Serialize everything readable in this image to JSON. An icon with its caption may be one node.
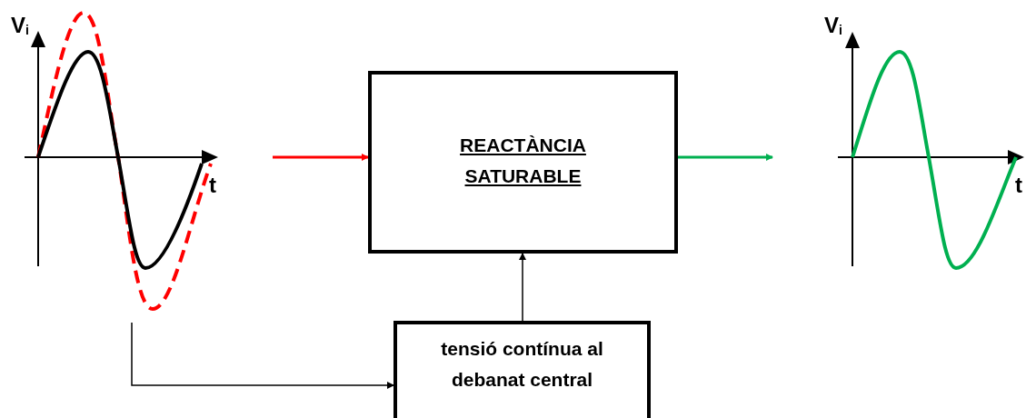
{
  "diagram": {
    "nodes": [
      {
        "text": [
          "REACTÀNCIA SATURABLE"
        ]
      },
      {
        "text": [
          "tensió contínua al debanat central"
        ]
      }
    ],
    "edges": [
      {
        "from": null,
        "to": 0,
        "arrow": "to",
        "color": "#ff0000"
      },
      {
        "from": 0,
        "to": null,
        "arrow": "to",
        "color": "#00b050"
      },
      {
        "from": 1,
        "to": 0,
        "arrow": "to"
      },
      {
        "from": null,
        "to": 1,
        "arrow": "to"
      }
    ],
    "labels": [
      "V$_{i}$",
      "t",
      "V$_{i}$",
      "t"
    ]
  }
}
